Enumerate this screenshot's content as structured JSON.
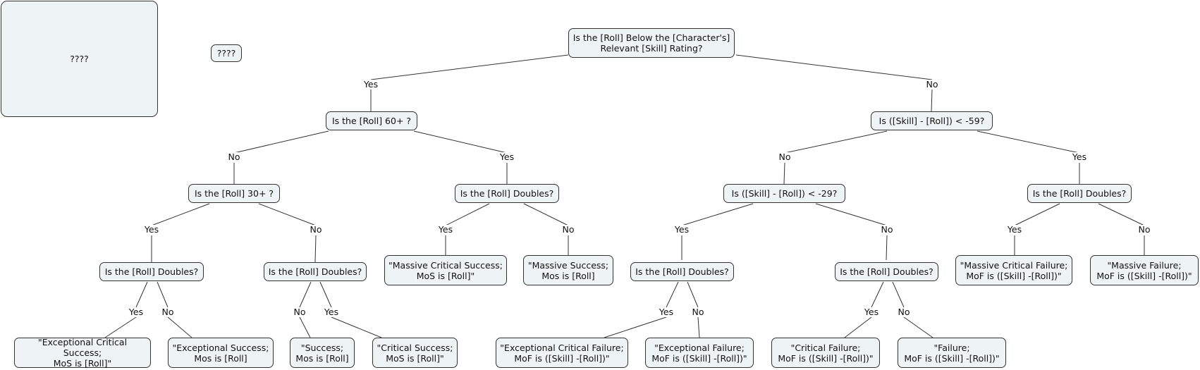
{
  "legend": {
    "big_box": "????",
    "small_box": "????"
  },
  "root": "Is the [Roll] Below the [Character's]\nRelevant [Skill] Rating?",
  "q_roll60": "Is the [Roll] 60+ ?",
  "q_skill59": "Is ([Skill] - [Roll]) < -59?",
  "q_roll30": "Is the [Roll] 30+ ?",
  "q_doubles": "Is the [Roll] Doubles?",
  "q_skill29": "Is ([Skill] - [Roll]) < -29?",
  "yes": "Yes",
  "no": "No",
  "outcomes": {
    "massive_crit_success": "\"Massive Critical Success;\nMoS is [Roll]\"",
    "massive_success": "\"Massive Success;\nMos is [Roll]",
    "exceptional_crit_success": "\"Exceptional Critical Success;\nMoS is [Roll]\"",
    "exceptional_success": "\"Exceptional Success;\nMos is [Roll]",
    "success": "\"Success;\nMos is [Roll]",
    "critical_success": "\"Critical Success;\nMoS is [Roll]\"",
    "massive_crit_failure": "\"Massive Critical Failure;\nMoF is ([Skill] -[Roll])\"",
    "massive_failure": "\"Massive Failure;\nMoF is ([Skill] -[Roll])\"",
    "exceptional_crit_failure": "\"Exceptional Critical Failure;\nMoF is ([Skill] -[Roll])\"",
    "exceptional_failure": "\"Exceptional Failure;\nMoF is ([Skill] -[Roll])\"",
    "critical_failure": "\"Critical Failure;\nMoF is ([Skill] -[Roll])\"",
    "failure": "\"Failure;\nMoF is ([Skill] -[Roll])\""
  }
}
